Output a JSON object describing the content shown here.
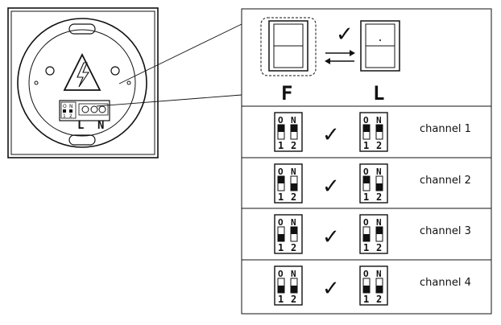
{
  "device": {
    "terminal_labels": [
      "L",
      "N"
    ],
    "dip_header": [
      "O",
      "N"
    ],
    "dip_numbers": [
      "1",
      "2"
    ]
  },
  "mode": {
    "left_label": "F",
    "right_label": "L",
    "check": "✓"
  },
  "dip_switch": {
    "header_o": "O",
    "header_n": "N",
    "num_1": "1",
    "num_2": "2"
  },
  "channels": [
    {
      "label": "channel  1",
      "left_up": [
        true,
        true
      ],
      "right_up": [
        true,
        true
      ]
    },
    {
      "label": "channel  2",
      "left_up": [
        true,
        false
      ],
      "right_up": [
        true,
        false
      ]
    },
    {
      "label": "channel  3",
      "left_up": [
        false,
        true
      ],
      "right_up": [
        false,
        true
      ]
    },
    {
      "label": "channel  4",
      "left_up": [
        false,
        false
      ],
      "right_up": [
        false,
        false
      ]
    }
  ],
  "colors": {
    "line": "#111111",
    "background": "#ffffff"
  }
}
